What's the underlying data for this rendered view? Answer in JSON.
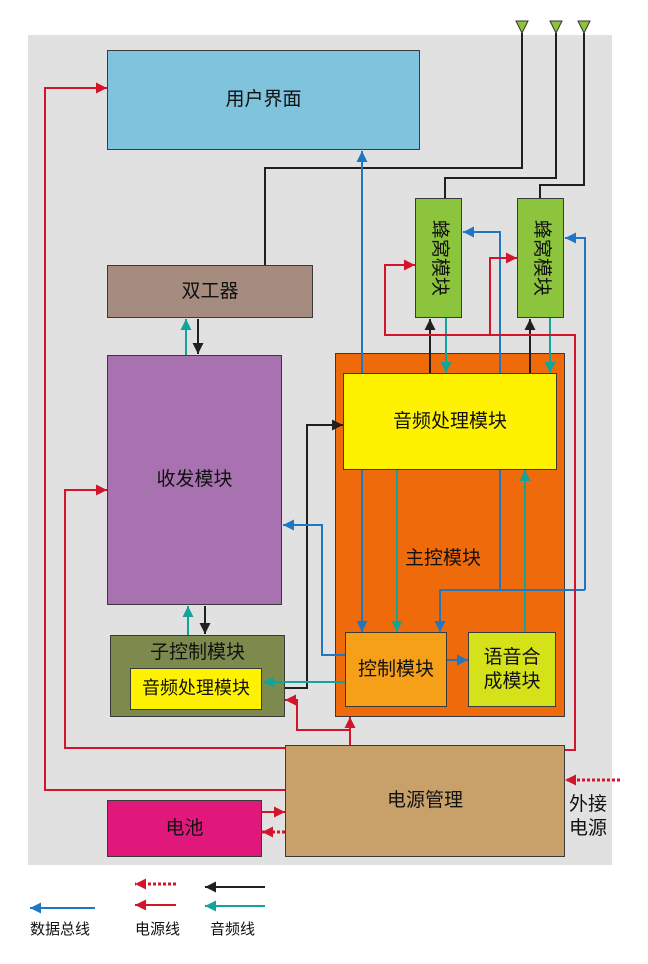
{
  "diagram": {
    "user_interface": "用户界面",
    "duplexer": "双工器",
    "transceiver_module": "收发模块",
    "sub_control_module": {
      "title": "子控制模块",
      "audio_processing": "音频处理模块"
    },
    "main_control_module": {
      "title": "主控模块",
      "audio_processing": "音频处理模块",
      "control_module": "控制模块",
      "speech_synthesis": "语音合成模块"
    },
    "cellular_modules": [
      "蜂窝模块",
      "蜂窝模块"
    ],
    "power_management": "电源管理",
    "battery": "电池",
    "external_power": "外接电源"
  },
  "legend": {
    "data_bus": "数据总线",
    "power_line": "电源线",
    "audio_line": "音频线"
  },
  "colors": {
    "background": "#e1e1e1",
    "user_interface": "#7fc3dc",
    "duplexer": "#a68b7f",
    "transceiver": "#a872b0",
    "sub_control": "#7d8a4e",
    "audio_processing": "#fff200",
    "main_control": "#ee6a0a",
    "control": "#f6a01a",
    "speech_synthesis": "#d5e21a",
    "cellular": "#8cc43e",
    "power_management": "#c8a06a",
    "battery": "#e0187b",
    "data_bus": "#1f77c4",
    "power_line": "#d3152c",
    "audio_line": "#12a39b",
    "audio_line_dark": "#231f20"
  }
}
